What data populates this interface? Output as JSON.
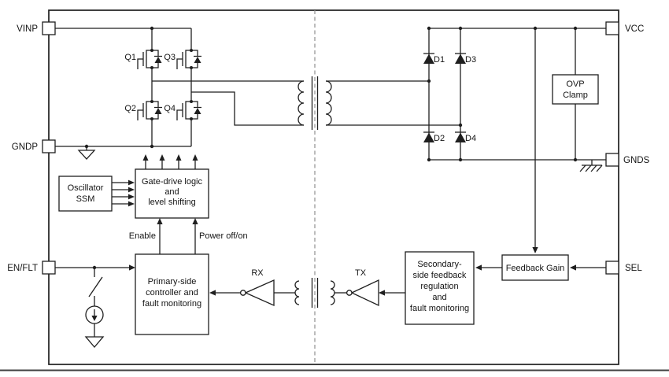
{
  "diagram": {
    "pins": {
      "vinp": "VINP",
      "gndp": "GNDP",
      "en_flt": "EN/FLT",
      "vcc": "VCC",
      "gnds": "GNDS",
      "sel": "SEL"
    },
    "transistors": {
      "q1": "Q1",
      "q2": "Q2",
      "q3": "Q3",
      "q4": "Q4"
    },
    "diodes": {
      "d1": "D1",
      "d2": "D2",
      "d3": "D3",
      "d4": "D4"
    },
    "blocks": {
      "ovp_clamp": {
        "lines": [
          "OVP",
          "Clamp"
        ]
      },
      "oscillator": {
        "lines": [
          "Oscillator",
          "SSM"
        ]
      },
      "gate_drive": {
        "lines": [
          "Gate-drive logic",
          "and",
          "level shifting"
        ]
      },
      "primary_controller": {
        "lines": [
          "Primary-side",
          "controller and",
          "fault monitoring"
        ]
      },
      "secondary_feedback": {
        "lines": [
          "Secondary-",
          "side feedback",
          "regulation",
          "and",
          "fault monitoring"
        ]
      },
      "feedback_gain": {
        "label": "Feedback Gain"
      }
    },
    "signals": {
      "enable": "Enable",
      "power_off_on": "Power off/on",
      "rx": "RX",
      "tx": "TX"
    },
    "colors": {
      "line": "#1f1f1f",
      "background": "#ffffff",
      "isolation": "#8f8f8f"
    }
  }
}
